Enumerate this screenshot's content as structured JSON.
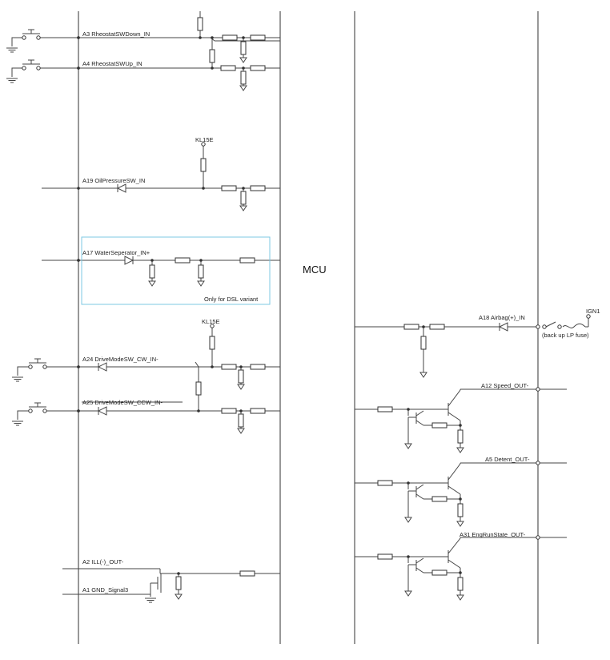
{
  "diagram": {
    "mcu_label": "MCU",
    "signals": {
      "a3": "A3 RheostatSWDown_IN",
      "a4": "A4 RheostatSWUp_IN",
      "a19": "A19 OilPressureSW_IN",
      "a17": "A17 WaterSeperator_IN+",
      "a24": "A24 DriveModeSW_CW_IN-",
      "a25": "A25 DriveModeSW_CCW_IN-",
      "a2": "A2 ILL(-)_OUT-",
      "a1": "A1 GND_Signal3",
      "a18": "A18 Airbag(+)_IN",
      "a12": "A12 Speed_OUT-",
      "a5": "A5 Detent_OUT-",
      "a31": "A31 EngRunState_OUT-"
    },
    "supplies": {
      "kl15e_1": "KL15E",
      "kl15e_2": "KL15E",
      "ign1": "IGN1"
    },
    "notes": {
      "dsl_variant": "Only for DSL variant",
      "backup_fuse": "(back up LP fuse)"
    },
    "colors": {
      "wire": "#444444",
      "variant_box": "#7ec8e3"
    }
  }
}
